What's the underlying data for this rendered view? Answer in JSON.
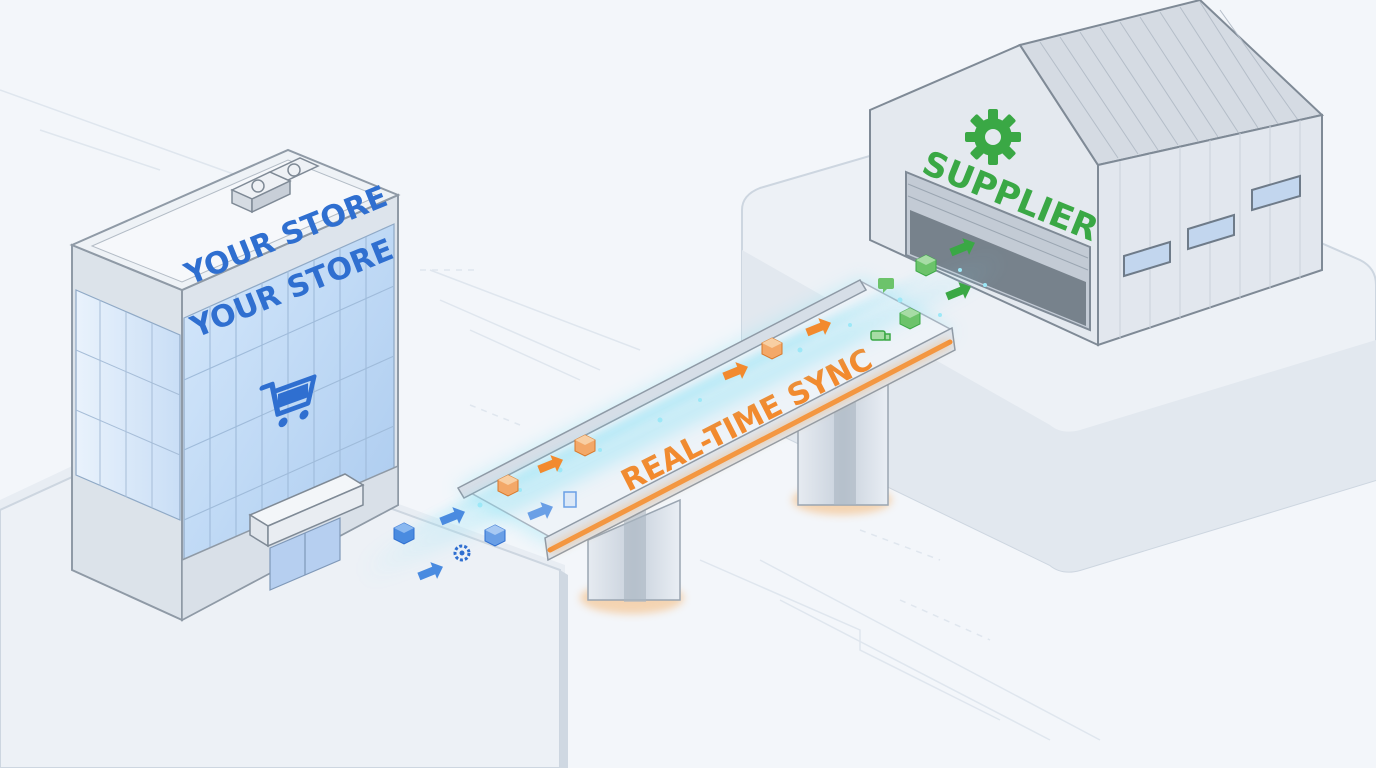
{
  "store": {
    "sign_top": "YOUR STORE",
    "sign_bottom": "YOUR STORE",
    "icon": "shopping-cart-icon"
  },
  "bridge": {
    "label": "REAL-TIME SYNC"
  },
  "supplier": {
    "label": "SUPPLIER",
    "icon": "gear-icon"
  },
  "colors": {
    "store_blue": "#2f6fd0",
    "sync_orange": "#f28a2e",
    "supplier_green": "#3aa845",
    "glow_cyan": "#7fe0f5",
    "background": "#f3f6fa"
  }
}
